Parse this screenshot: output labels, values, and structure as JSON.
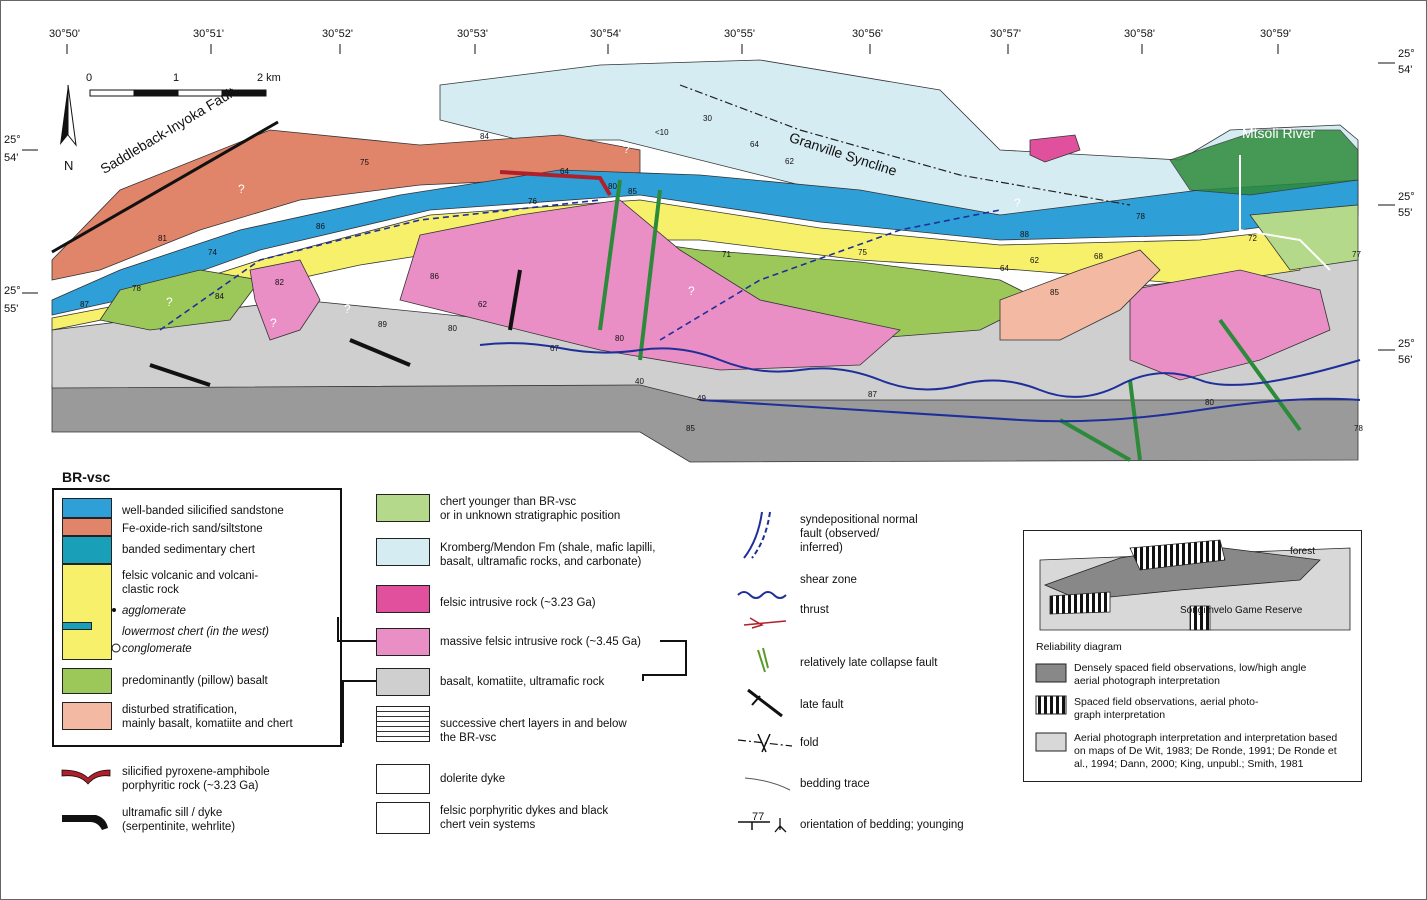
{
  "top_coords": [
    "30°50'",
    "30°51'",
    "30°52'",
    "30°53'",
    "30°54'",
    "30°55'",
    "30°56'",
    "30°57'",
    "30°58'",
    "30°59'"
  ],
  "side_coords": {
    "left_54": [
      "25°",
      "54'"
    ],
    "left_55": [
      "25°",
      "55'"
    ],
    "right_54": [
      "25°",
      "54'"
    ],
    "right_55": [
      "25°",
      "55'"
    ],
    "right_56": [
      "25°",
      "56'"
    ]
  },
  "scale_bar": {
    "labels": [
      "0",
      "1",
      "2 km"
    ]
  },
  "north_label": "N",
  "map_labels": {
    "fault": "Saddleback-Inyoka Fault",
    "syncline": "Granville Syncline",
    "river": "Mtsoli River"
  },
  "map_annotations": {
    "dips": [
      "75",
      "84",
      "64",
      "30",
      "64",
      "62",
      "<10",
      "80",
      "85",
      "76",
      "81",
      "74",
      "86",
      "82",
      "84",
      "87",
      "78",
      "80",
      "86",
      "62",
      "89",
      "67",
      "80",
      "40",
      "49",
      "85",
      "71",
      "75",
      "64",
      "62",
      "88",
      "68",
      "85",
      "78",
      "72",
      "77",
      "80",
      "87",
      "78"
    ],
    "queries": [
      "?",
      "?",
      "?",
      "?",
      "?",
      "?",
      "?"
    ]
  },
  "legend": {
    "group_title": "BR-vsc",
    "brvsc": [
      {
        "label": "well-banded silicified sandstone"
      },
      {
        "label": "Fe-oxide-rich sand/siltstone"
      },
      {
        "label": "banded sedimentary chert"
      },
      {
        "label": "felsic volcanic and volcani-",
        "label2": "clastic rock"
      },
      {
        "label": "agglomerate"
      },
      {
        "label": "lowermost chert (in the west)"
      },
      {
        "label": "conglomerate"
      },
      {
        "label": "predominantly (pillow) basalt"
      },
      {
        "label": "disturbed stratification,",
        "label2": "mainly basalt, komatiite and chert"
      }
    ],
    "extra_left": [
      {
        "label": "silicified pyroxene-amphibole",
        "label2": "porphyritic rock (~3.23 Ga)"
      },
      {
        "label": "ultramafic sill / dyke",
        "label2": "(serpentinite, wehrlite)"
      }
    ],
    "middle": [
      {
        "label": "chert younger than BR-vsc",
        "label2": "or in unknown stratigraphic position",
        "color": "#b5d98a"
      },
      {
        "label": "Kromberg/Mendon Fm (shale, mafic lapilli,",
        "label2": "basalt, ultramafic rocks, and carbonate)",
        "color": "#d6ecf3"
      },
      {
        "label": "felsic intrusive rock (~3.23 Ga)",
        "color": "#e0509d"
      },
      {
        "label": "massive felsic intrusive rock (~3.45 Ga)",
        "color": "#ea8ec6"
      },
      {
        "label": "basalt, komatiite, ultramafic rock",
        "color": "#cfcfcf"
      },
      {
        "label": "successive chert layers in and below",
        "label2": "the BR-vsc"
      },
      {
        "label": "dolerite dyke"
      },
      {
        "label": "felsic porphyritic dykes and black",
        "label2": "chert vein systems"
      }
    ],
    "symbols": [
      {
        "label": "syndepositional normal",
        "label2": "fault (observed/",
        "label3": "inferred)"
      },
      {
        "label": "shear zone"
      },
      {
        "label": "thrust"
      },
      {
        "label": "relatively late collapse fault"
      },
      {
        "label": "late fault"
      },
      {
        "label": "fold"
      },
      {
        "label": "bedding trace"
      },
      {
        "label": "orientation of bedding; younging",
        "dip_value": "77"
      }
    ],
    "reliability": {
      "forest": "forest",
      "reserve": "Songimvelo Game Reserve",
      "title": "Reliability diagram",
      "items": [
        {
          "label": "Densely spaced field observations, low/high angle",
          "label2": "aerial photograph interpretation"
        },
        {
          "label": "Spaced field observations, aerial photo-",
          "label2": "graph interpretation"
        },
        {
          "label": "Aerial photograph interpretation and interpretation based",
          "label2": "on maps of De Wit, 1983; De Ronde, 1991; De Ronde et",
          "label3": "al., 1994; Dann, 2000; King, unpubl.; Smith, 1981"
        }
      ]
    }
  },
  "colors": {
    "sandstone_blue": "#2f9fd8",
    "fe_oxide_salmon": "#e0846a",
    "chert_teal": "#1a9fb8",
    "felsic_yellow": "#f7f06a",
    "basalt_green": "#9cc85a",
    "disturbed_pink": "#f3b9a3",
    "young_chert": "#b5d98a",
    "kromberg": "#d6ecf3",
    "intrusive_323": "#e0509d",
    "intrusive_345": "#ea8ec6",
    "komatiite_grey": "#cfcfcf",
    "dark_grey": "#9a9a9a",
    "dolerite": "#2d8a3a",
    "porphyritic_red": "#b0202a"
  }
}
